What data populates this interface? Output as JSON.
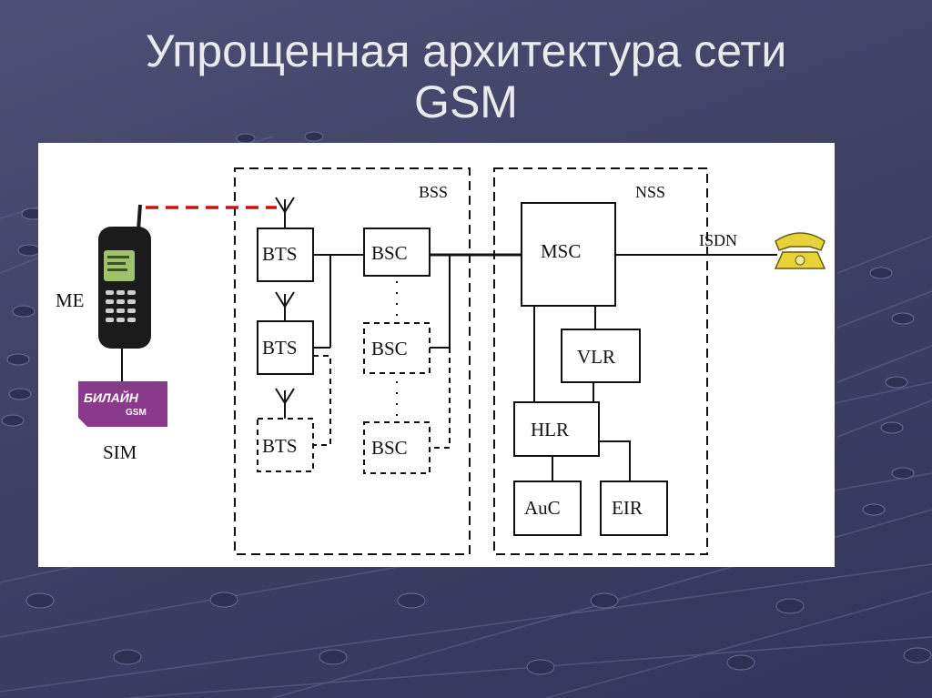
{
  "title": {
    "line1": "Упрощенная архитектура сети",
    "line2": "GSM"
  },
  "diagram": {
    "groups": {
      "bss": "BSS",
      "nss": "NSS"
    },
    "nodes": {
      "me": "ME",
      "sim": "SIM",
      "sim_card_line1": "БИЛАЙН",
      "sim_card_line2": "GSM",
      "bts_1": "BTS",
      "bts_2": "BTS",
      "bts_3": "BTS",
      "bsc_1": "BSC",
      "bsc_2": "BSC",
      "bsc_3": "BSC",
      "msc": "MSC",
      "vlr": "VLR",
      "hlr": "HLR",
      "auc": "AuC",
      "eir": "EIR",
      "isdn": "ISDN"
    },
    "icons": [
      "mobile-phone-icon",
      "sim-card-icon",
      "antenna-icon",
      "telephone-icon"
    ],
    "colors": {
      "radio_link": "#cc1111",
      "line": "#111111",
      "panel": "#ffffff",
      "background": "#45466b",
      "title": "#e9e9ee",
      "phone_body": "#1b1b1b",
      "phone_screen": "#9fc26a",
      "sim_card": "#8a3a8a",
      "telephone": "#e8d23a"
    }
  }
}
